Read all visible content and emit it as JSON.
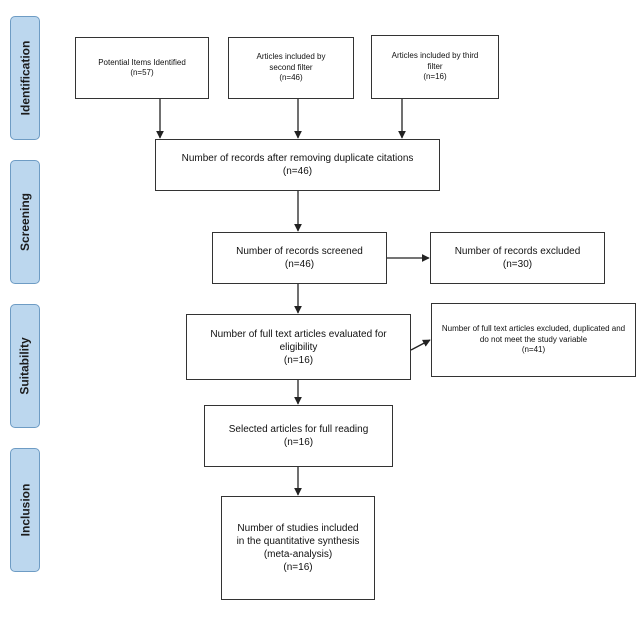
{
  "phases": {
    "identification": "Identification",
    "screening": "Screening",
    "suitability": "Suitability",
    "inclusion": "Inclusion"
  },
  "boxes": {
    "potential_items": {
      "text": "Potential Items Identified",
      "n": "(n=57)"
    },
    "second_filter": {
      "text": "Articles included by second filter",
      "n": "(n=46)"
    },
    "third_filter": {
      "text": "Articles included by third filter",
      "n": "(n=16)"
    },
    "after_duplicates": {
      "text": "Number of records after removing duplicate citations",
      "n": "(n=46)"
    },
    "screened": {
      "text": "Number of records screened",
      "n": "(n=46)"
    },
    "excluded": {
      "text": "Number of records excluded",
      "n": "(n=30)"
    },
    "fulltext_evaluated": {
      "text": "Number of full text articles evaluated for eligibility",
      "n": "(n=16)"
    },
    "fulltext_excluded": {
      "text": "Number of full text articles excluded, duplicated and do not meet the study variable",
      "n": "(n=41)"
    },
    "full_reading": {
      "text": "Selected articles for full reading",
      "n": "(n=16)"
    },
    "meta_analysis": {
      "text": "Number of studies included in the quantitative synthesis (meta-analysis)",
      "n": "(n=16)"
    }
  },
  "colors": {
    "phase_fill": "#bcd7ee",
    "phase_border": "#6e9cc4",
    "box_border": "#333333"
  }
}
